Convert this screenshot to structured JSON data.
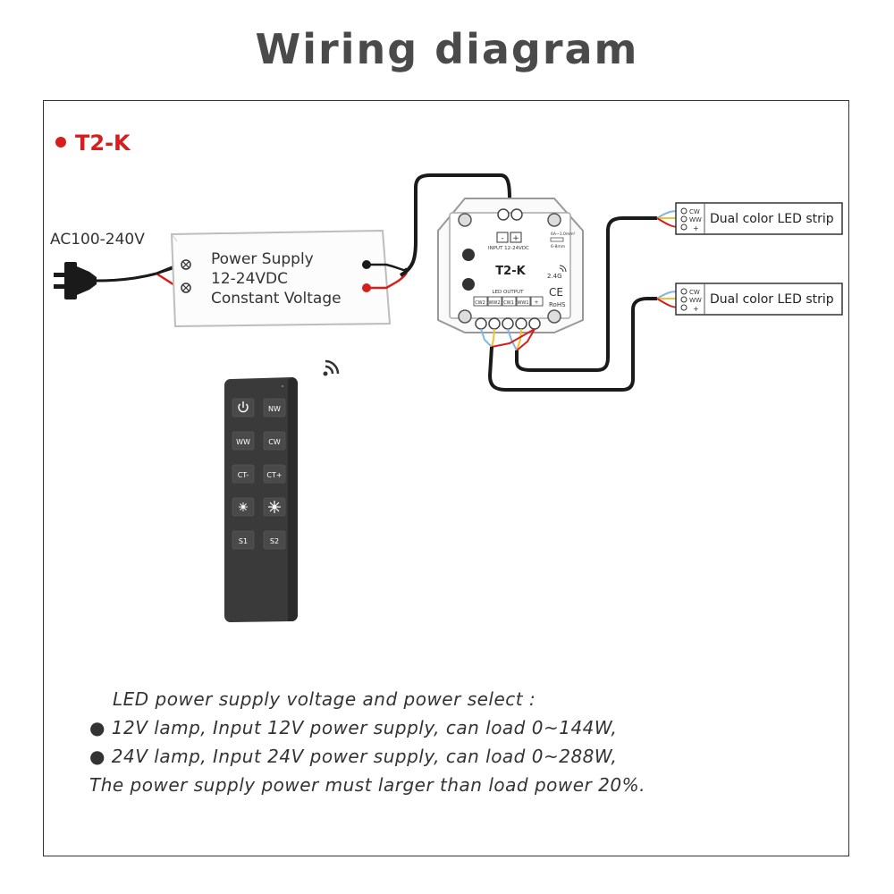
{
  "title": "Wiring diagram",
  "model": "T2-K",
  "ac_label": "AC100-240V",
  "power_supply": {
    "line1": "Power Supply",
    "line2": "12-24VDC",
    "line3": "Constant Voltage"
  },
  "controller": {
    "name": "T2-K",
    "input_minus": "-",
    "input_plus": "+",
    "input_label": "INPUT 12-24VDC",
    "wire_label": "6A~1.0mm²",
    "strip_label": "6-8mm",
    "freq": "2.4G",
    "ce": "CE",
    "rohs": "RoHS",
    "output_label": "LED OUTPUT",
    "outputs": [
      "CW2",
      "WW2",
      "CW1",
      "WW1",
      "+"
    ]
  },
  "strips": [
    {
      "label": "Dual color LED strip",
      "pins": [
        "CW",
        "WW",
        "+"
      ]
    },
    {
      "label": "Dual color LED strip",
      "pins": [
        "CW",
        "WW",
        "+"
      ]
    }
  ],
  "remote": {
    "buttons": [
      [
        "power-icon",
        "NW"
      ],
      [
        "WW",
        "CW"
      ],
      [
        "CT-",
        "CT+"
      ],
      [
        "brightness-down-icon",
        "brightness-up-icon"
      ],
      [
        "S1",
        "S2"
      ]
    ]
  },
  "notes": {
    "heading": "LED power supply voltage and power select :",
    "line1": "● 12V lamp, Input 12V power supply, can load 0~144W,",
    "line2": "● 24V lamp, Input 24V power supply, can load 0~288W,",
    "line3": "The power supply power must larger than load power 20%."
  },
  "colors": {
    "red": "#d51e1e",
    "wire": "#222222",
    "blue": "#7fb6e6",
    "yellow": "#f2c230",
    "remote": "#3a3a3a"
  }
}
